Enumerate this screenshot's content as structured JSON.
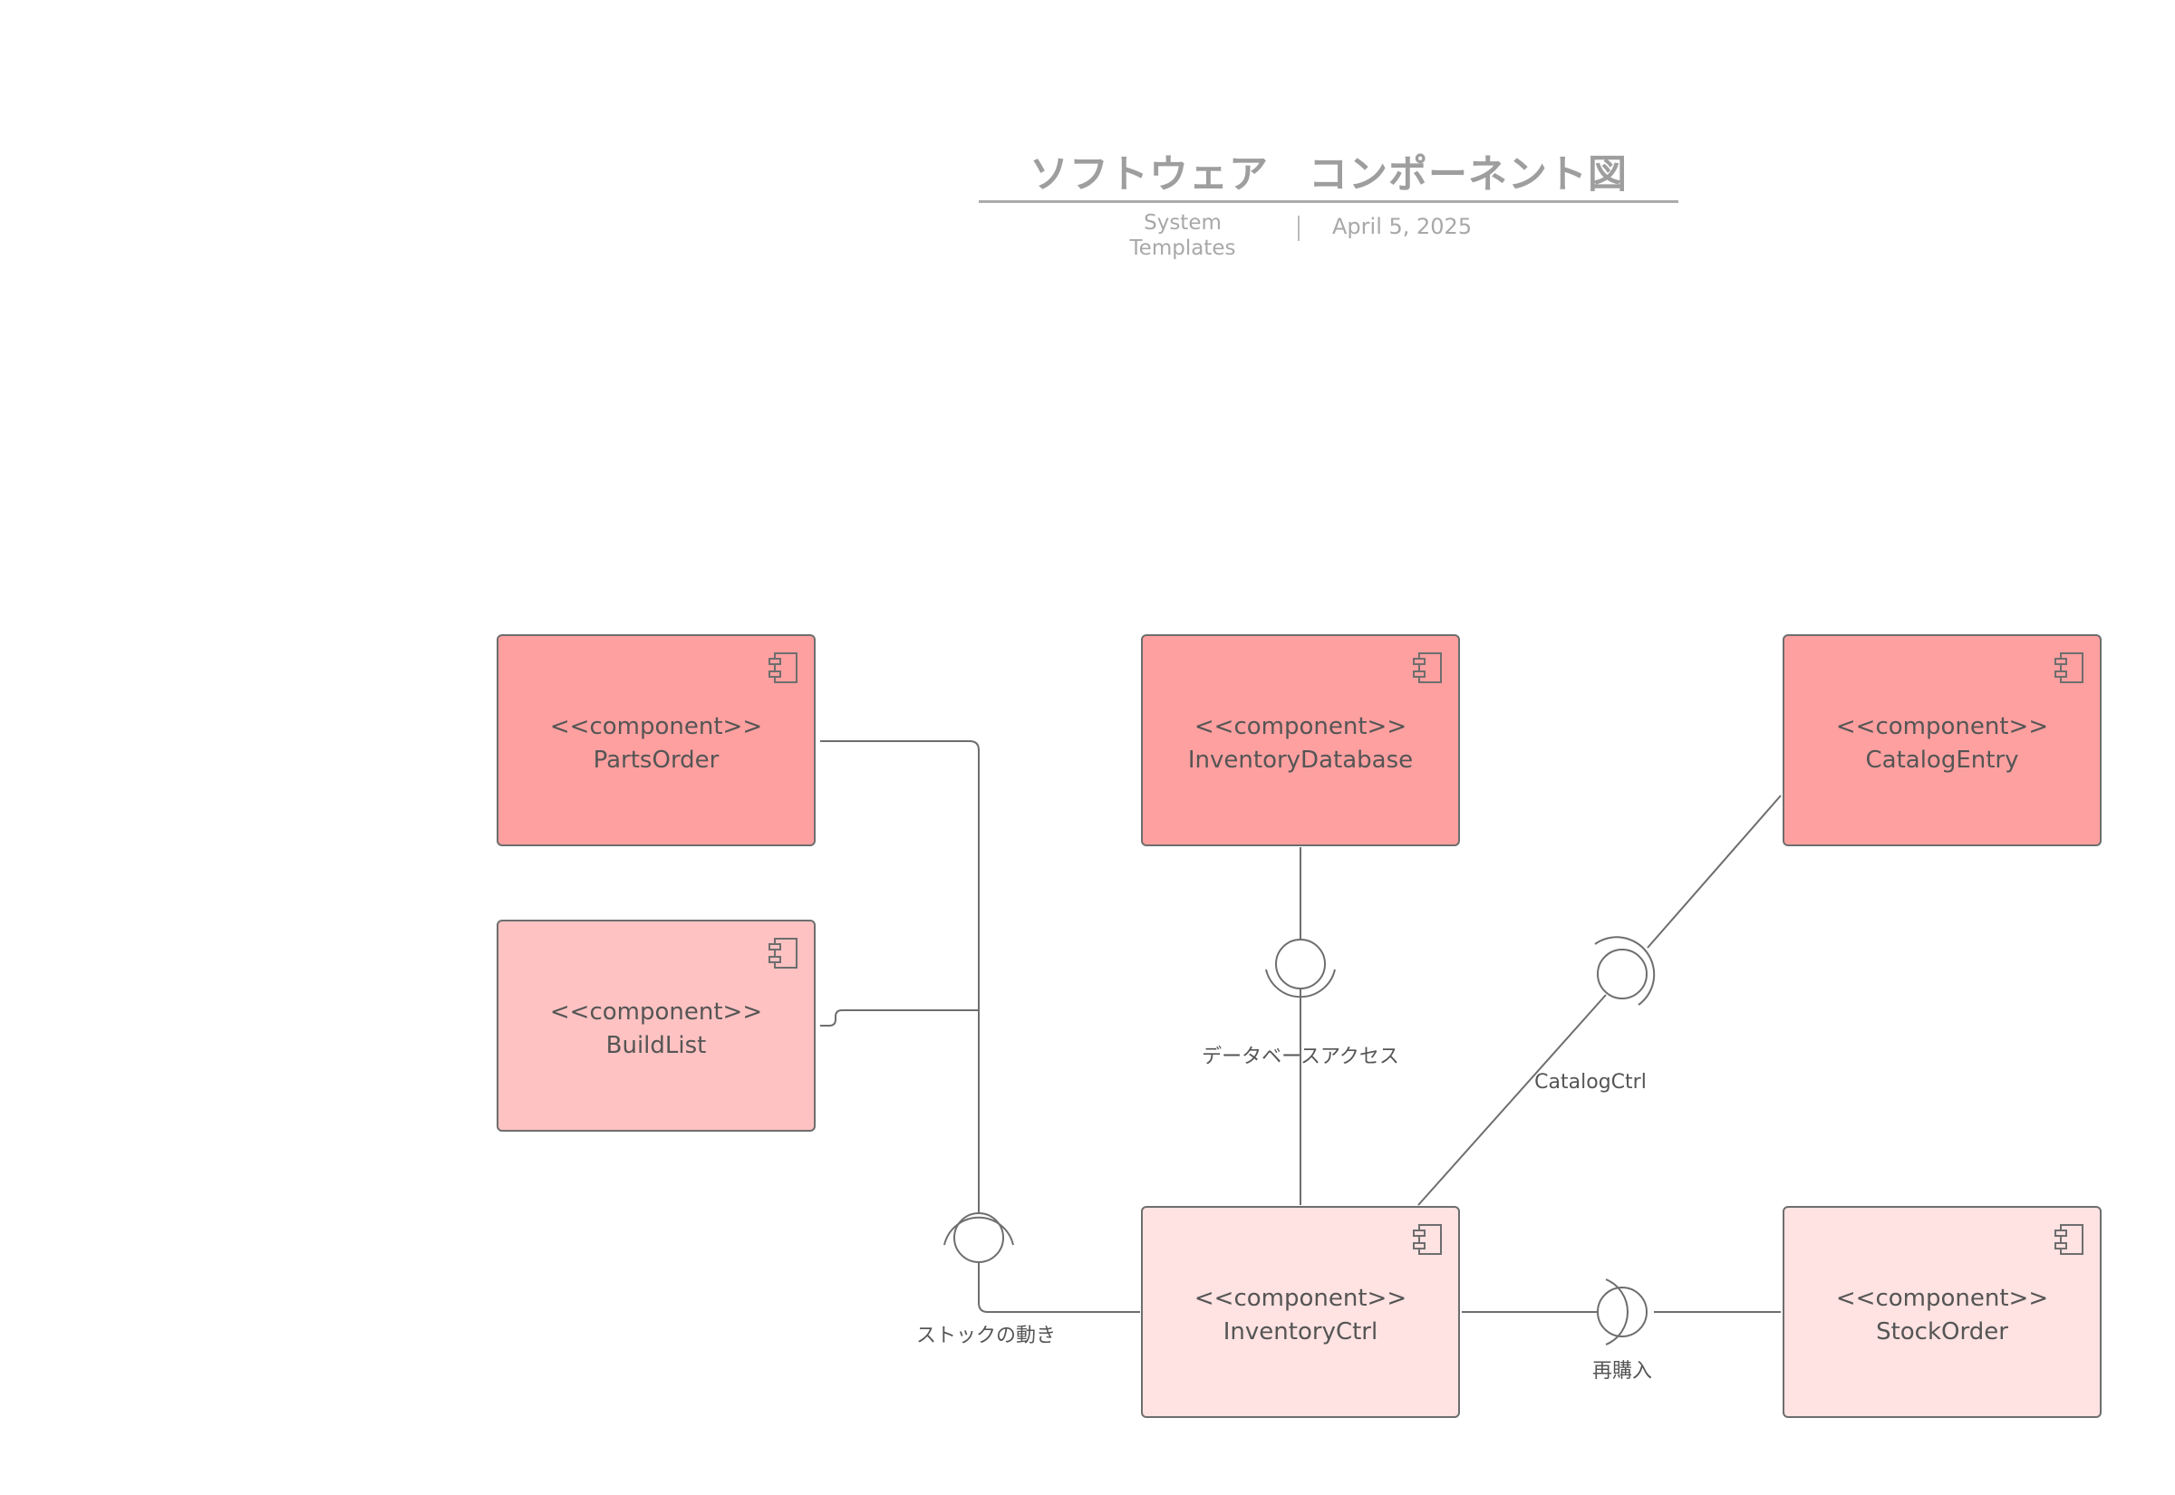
{
  "header": {
    "title": "ソフトウェア　コンポーネント図",
    "author": "System Templates",
    "date": "April 5, 2025"
  },
  "components": [
    {
      "id": "parts-order",
      "stereotype": "<<component>>",
      "name": "PartsOrder",
      "fill": "#fea0a0"
    },
    {
      "id": "inventory-database",
      "stereotype": "<<component>>",
      "name": "InventoryDatabase",
      "fill": "#fea0a0"
    },
    {
      "id": "catalog-entry",
      "stereotype": "<<component>>",
      "name": "CatalogEntry",
      "fill": "#fea0a0"
    },
    {
      "id": "build-list",
      "stereotype": "<<component>>",
      "name": "BuildList",
      "fill": "#ffc2c2"
    },
    {
      "id": "inventory-ctrl",
      "stereotype": "<<component>>",
      "name": "InventoryCtrl",
      "fill": "#ffe2e2"
    },
    {
      "id": "stock-order",
      "stereotype": "<<component>>",
      "name": "StockOrder",
      "fill": "#ffe2e2"
    }
  ],
  "interfaces": {
    "stock_movement": "ストックの動き",
    "database_access": "データベースアクセス",
    "catalog_ctrl": "CatalogCtrl",
    "repurchase": "再購入"
  },
  "colors": {
    "line": "#6e6e6e",
    "text": "#555555",
    "header_text": "#9e9e9e"
  }
}
